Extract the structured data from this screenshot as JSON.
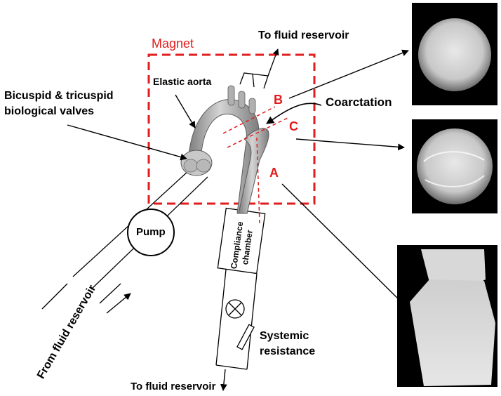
{
  "labels": {
    "magnet": "Magnet",
    "to_fluid_reservoir_top": "To fluid reservoir",
    "elastic_aorta": "Elastic aorta",
    "valves_line1": "Bicuspid & tricuspid",
    "valves_line2": "biological valves",
    "coarctation": "Coarctation",
    "pump": "Pump",
    "compliance_line1": "Compliance",
    "compliance_line2": "chamber",
    "from_fluid_reservoir": "From fluid reservoir",
    "systemic_line1": "Systemic",
    "systemic_line2": "resistance",
    "to_fluid_reservoir_bottom": "To fluid reservoir",
    "plane_a": "A",
    "plane_b": "B",
    "plane_c": "C"
  },
  "colors": {
    "accent_red": "#e21c1c",
    "line": "#000000",
    "aorta_gray": "#9a9a9a"
  }
}
